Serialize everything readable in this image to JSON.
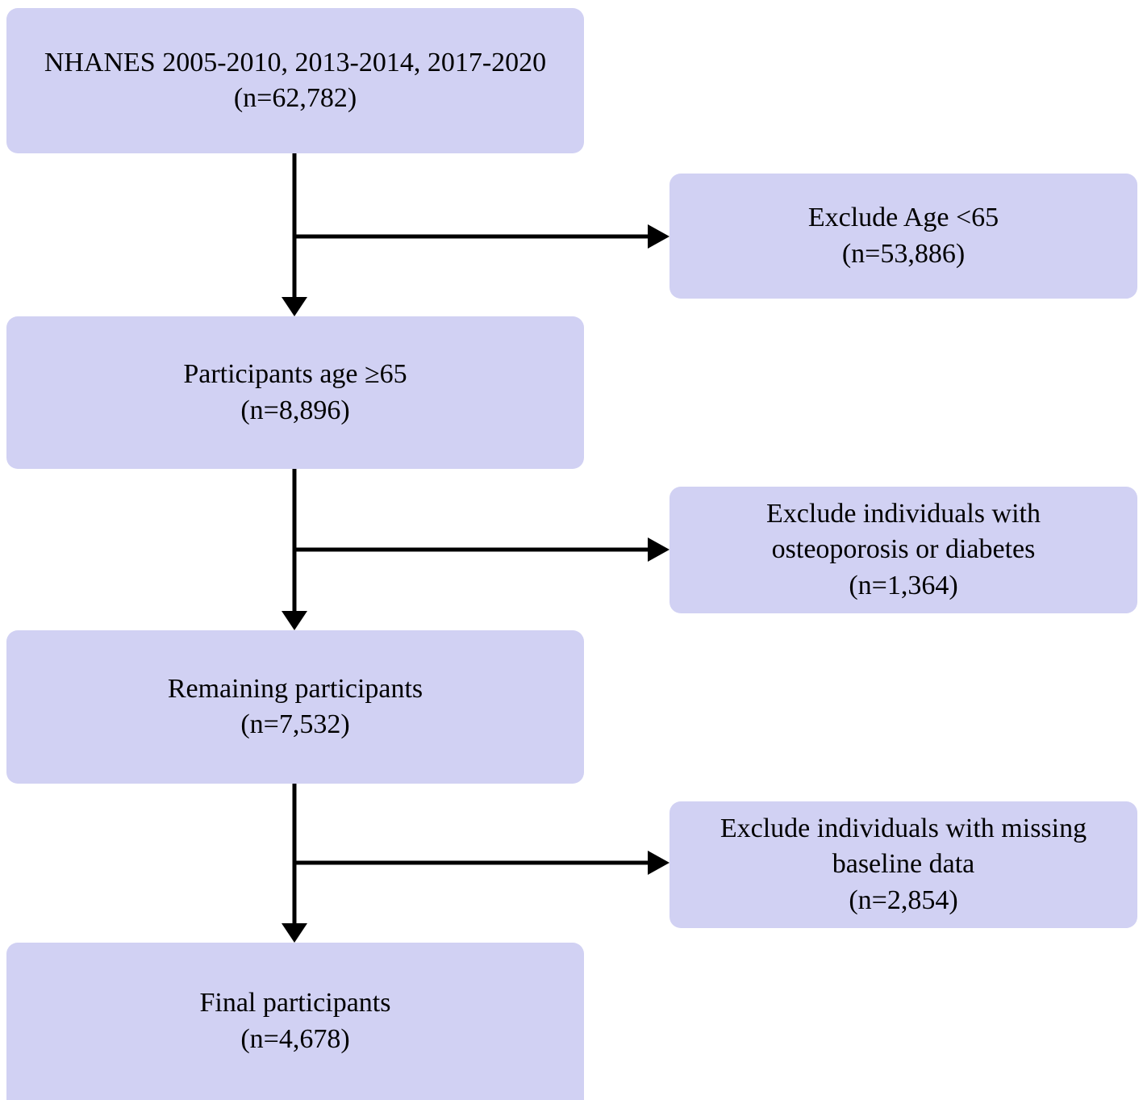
{
  "figure": {
    "type": "flowchart",
    "orientation": "top-to-bottom with right-side exclusion branches",
    "box_fill_color": "#d1d1f3",
    "connector_color": "#000000",
    "background_color": "#ffffff"
  },
  "nodes": {
    "source": {
      "line1": "NHANES 2005-2010, 2013-2014, 2017-2020",
      "line2": "(n=62,782)",
      "count": 62782
    },
    "age65": {
      "line1": "Participants age ≥65",
      "line2": "(n=8,896)",
      "count": 8896
    },
    "remaining": {
      "line1": "Remaining participants",
      "line2": "(n=7,532)",
      "count": 7532
    },
    "final": {
      "line1": "Final participants",
      "line2": "(n=4,678)",
      "count": 4678
    }
  },
  "exclusions": {
    "age": {
      "line1": "Exclude Age <65",
      "line2": "(n=53,886)",
      "count": 53886
    },
    "disease": {
      "line1": "Exclude individuals with",
      "line2": "osteoporosis or diabetes",
      "line3": "(n=1,364)",
      "count": 1364
    },
    "missing": {
      "line1": "Exclude individuals with missing",
      "line2": "baseline data",
      "line3": "(n=2,854)",
      "count": 2854
    }
  }
}
